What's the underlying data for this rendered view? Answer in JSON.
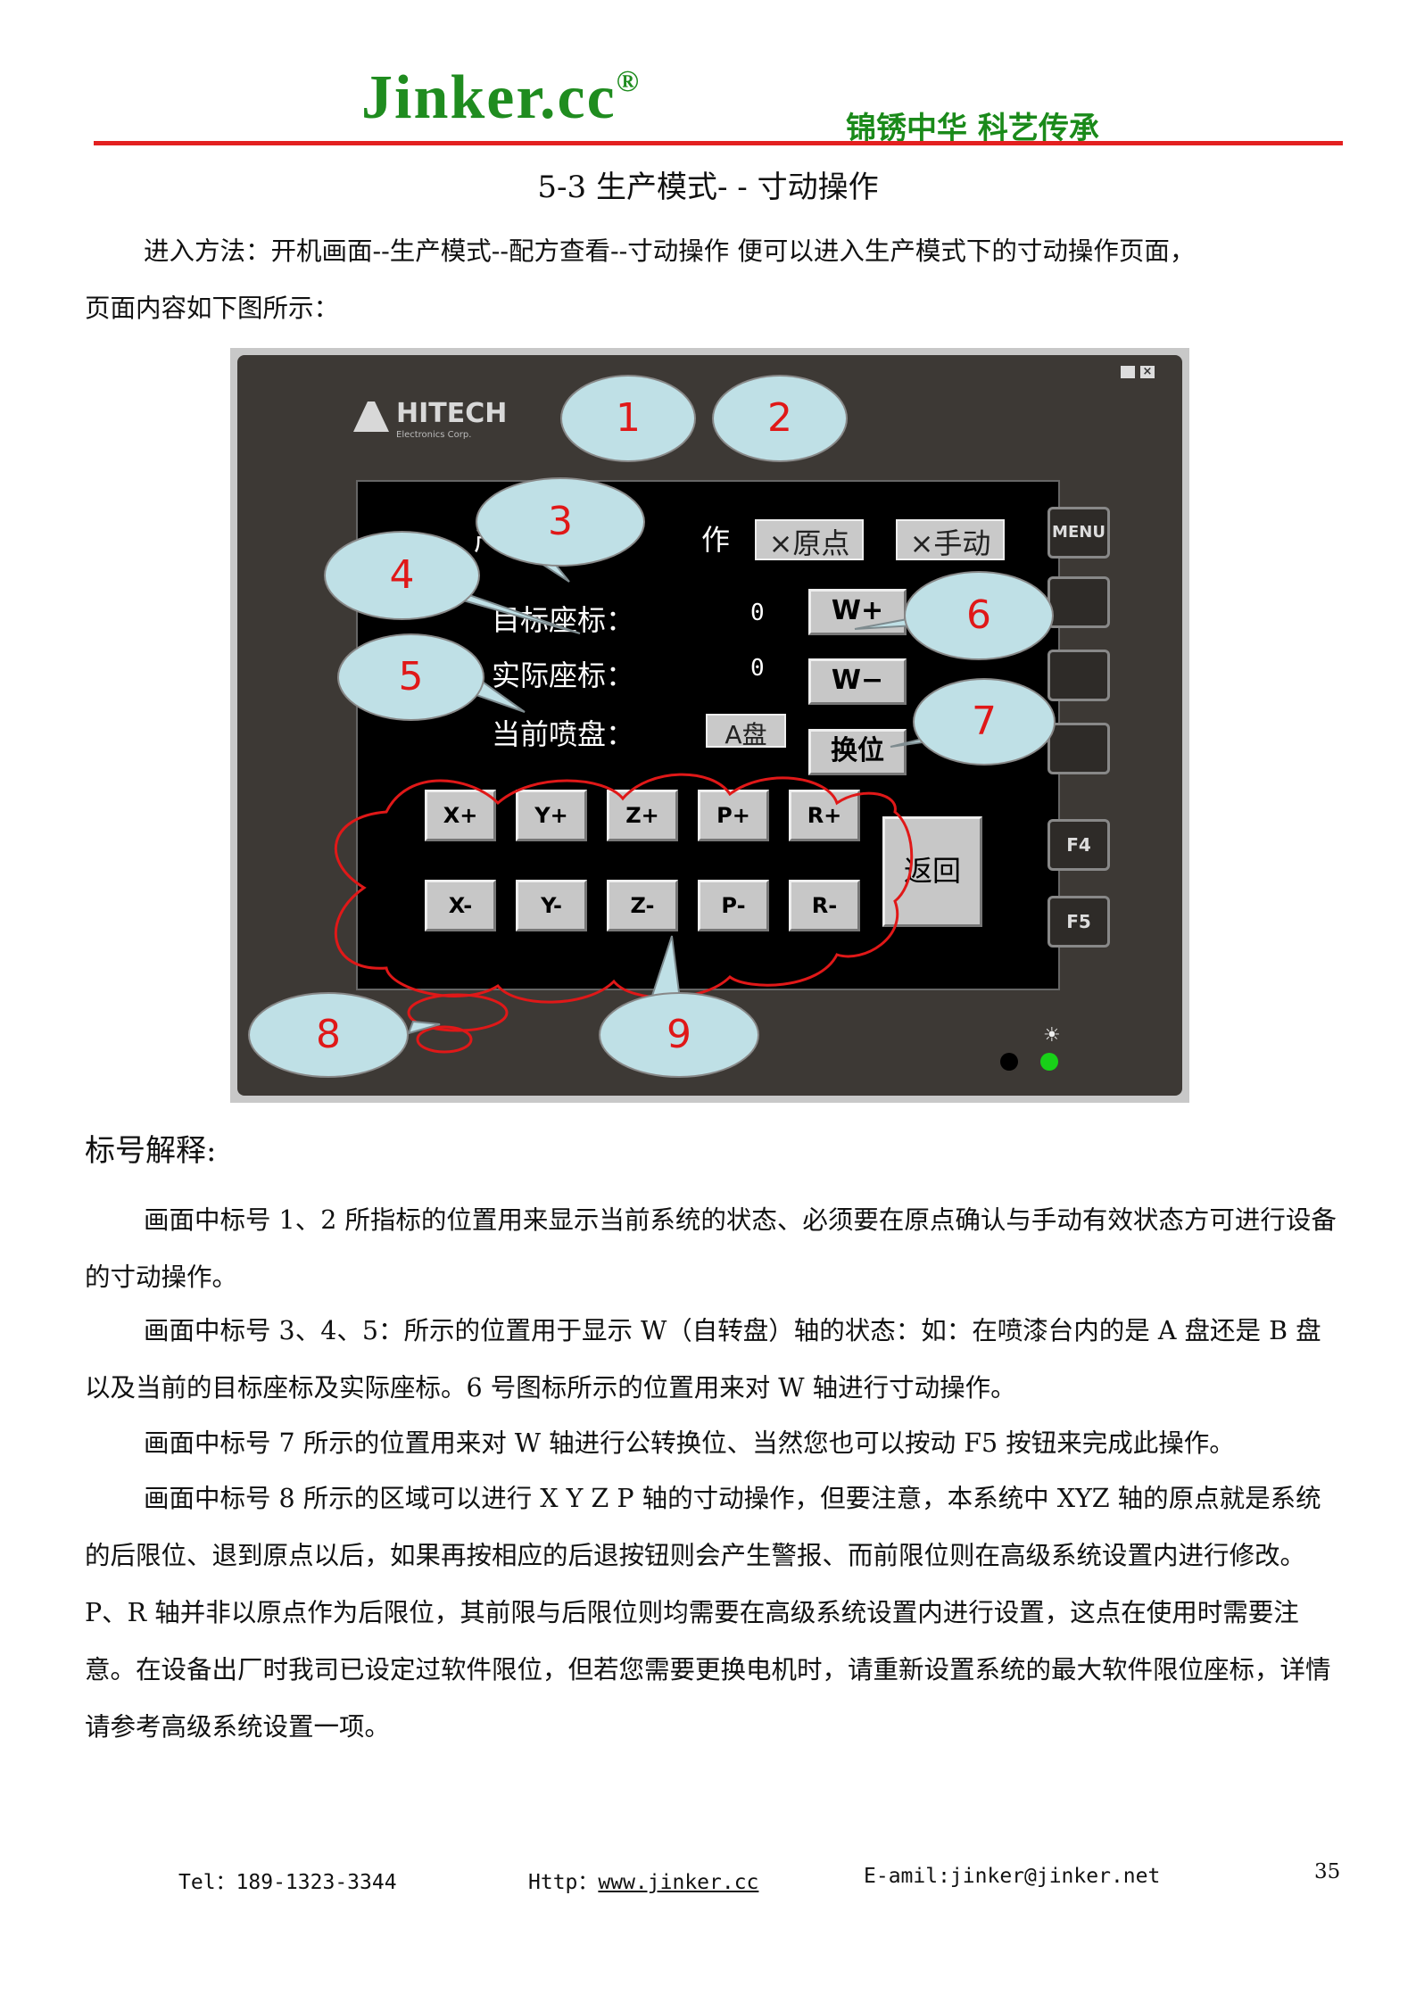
{
  "header": {
    "brand": "Jinker.cc",
    "registered": "®",
    "slogan": "锦锈中华 科艺传承"
  },
  "title": "5-3 生产模式- - 寸动操作",
  "intro": [
    "进入方法：开机画面--生产模式--配方查看--寸动操作 便可以进入生产模式下的寸动操作页面，",
    "页面内容如下图所示："
  ],
  "hmi": {
    "logo": "HITECH",
    "logo_sub": "Electronics Corp.",
    "screen_title": "产模",
    "screen_title_tail": "作",
    "status_origin": "×原点",
    "status_manual": "×手动",
    "target_label": "目标座标：",
    "target_value": "0",
    "actual_label": "实际座标：",
    "actual_value": "0",
    "plate_label": "当前喷盘：",
    "plate_value": "A盘",
    "w_plus": "W+",
    "w_minus": "W−",
    "swap": "换位",
    "return": "返回",
    "menu": "MENU",
    "f4": "F4",
    "f5": "F5",
    "jog_top": [
      "X+",
      "Y+",
      "Z+",
      "P+",
      "R+"
    ],
    "jog_bottom": [
      "X-",
      "Y-",
      "Z-",
      "P-",
      "R-"
    ],
    "callouts": [
      "1",
      "2",
      "3",
      "4",
      "5",
      "6",
      "7",
      "8",
      "9"
    ]
  },
  "section_heading": "标号解释:",
  "paragraphs": [
    "画面中标号 1、2 所指标的位置用来显示当前系统的状态、必须要在原点确认与手动有效状态方可进行设备的寸动操作。",
    "画面中标号 3、4、5：所示的位置用于显示 W（自转盘）轴的状态：如：在喷漆台内的是 A 盘还是 B 盘 以及当前的目标座标及实际座标。6 号图标所示的位置用来对 W 轴进行寸动操作。",
    "画面中标号 7 所示的位置用来对 W 轴进行公转换位、当然您也可以按动 F5 按钮来完成此操作。",
    "画面中标号 8 所示的区域可以进行 X Y Z P 轴的寸动操作，但要注意，本系统中 XYZ 轴的原点就是系统的后限位、退到原点以后，如果再按相应的后退按钮则会产生警报、而前限位则在高级系统设置内进行修改。P、R 轴并非以原点作为后限位，其前限与后限位则均需要在高级系统设置内进行设置，这点在使用时需要注意。在设备出厂时我司已设定过软件限位，但若您需要更换电机时，请重新设置系统的最大软件限位座标，详情请参考高级系统设置一项。"
  ],
  "footer": {
    "tel": "Tel：189-1323-3344",
    "http_label": "Http：",
    "http_link": "www.jinker.cc",
    "email": "E-amil:jinker@jinker.net",
    "page": "35"
  },
  "colors": {
    "brand": "#1f8c1f",
    "rule": "#e32020",
    "callout_text": "#e01818",
    "callout_fill": "#bfe0e6"
  }
}
